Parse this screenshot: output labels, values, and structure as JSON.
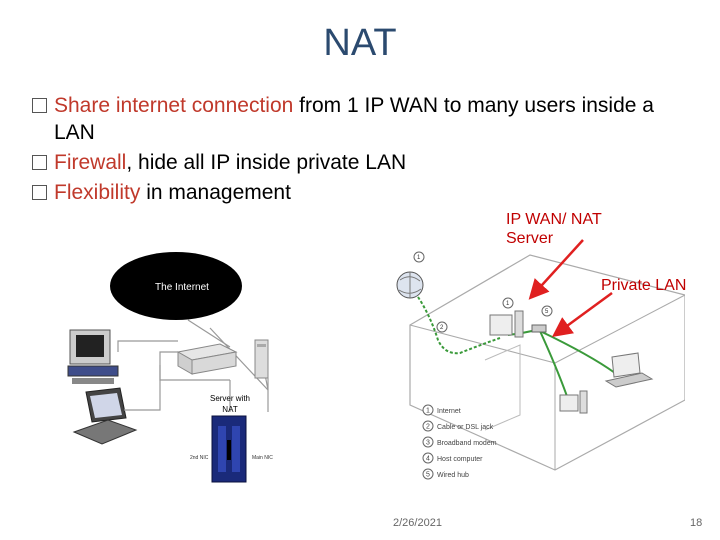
{
  "slide": {
    "title": "NAT",
    "bullets": [
      {
        "highlight": "Share internet connection",
        "rest": " from 1 IP WAN to many users inside a LAN"
      },
      {
        "highlight": "Firewall",
        "rest": ", hide all IP inside private LAN"
      },
      {
        "highlight": "Flexibility",
        "rest": " in management"
      }
    ],
    "label_wan_line1": "IP WAN/ NAT",
    "label_wan_line2": "Server",
    "label_lan": "Private LAN",
    "date": "2/26/2021",
    "page": "18"
  },
  "left_diagram": {
    "cloud": "The Internet",
    "server_line1": "Server with",
    "server_line2": "NAT",
    "nic_left": "2nd NIC",
    "nic_right": "Main NIC"
  },
  "right_diagram": {
    "legend": [
      {
        "num": "1",
        "text": "Internet"
      },
      {
        "num": "2",
        "text": "Cable or DSL jack"
      },
      {
        "num": "3",
        "text": "Broadband modem"
      },
      {
        "num": "4",
        "text": "Host computer"
      },
      {
        "num": "5",
        "text": "Wired hub"
      }
    ]
  },
  "colors": {
    "title": "#2b4a6f",
    "highlight": "#c0392b",
    "label": "#c00000",
    "arrow": "#e02020"
  }
}
